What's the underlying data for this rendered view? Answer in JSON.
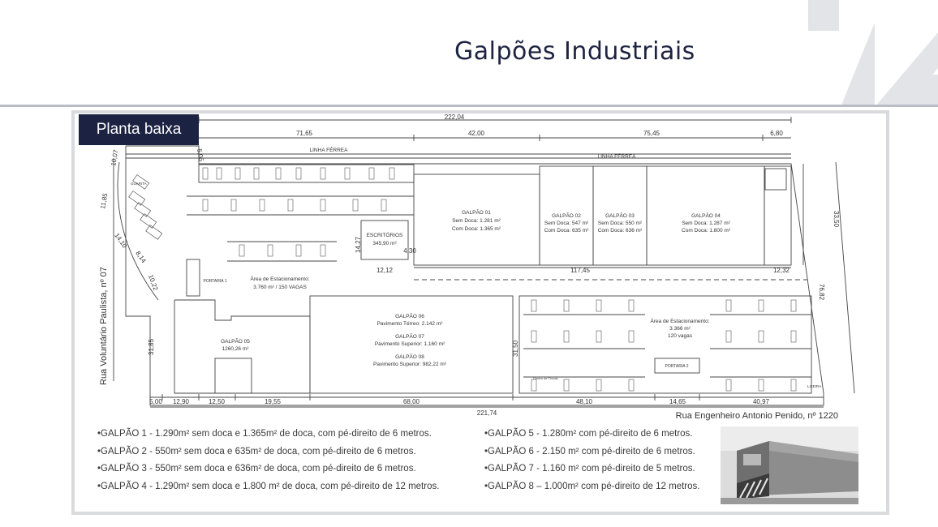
{
  "header": {
    "title": "Galpões Industriais"
  },
  "plan": {
    "label": "Planta baixa",
    "dims": {
      "total_top": "222,04",
      "d1": "71,65",
      "d2": "42,00",
      "d3": "75,45",
      "d4": "6,80",
      "total_bottom": "221,74",
      "b1": "5,00",
      "b2": "12,90",
      "b3": "12,50",
      "b4": "19,55",
      "b5": "68,00",
      "b6": "48,10",
      "b7": "14,65",
      "b8": "40,97",
      "mid": "117,45",
      "esc_w": "12,12",
      "esc_h": "14,27",
      "esc_d": "4,30",
      "right_w": "12,32",
      "right_top": "33,50",
      "right_side": "76,82",
      "center_v": "31,50",
      "left_v": "31,85",
      "left_a": "10,07",
      "left_b": "11,85",
      "left_c": "14,10",
      "left_d": "8,14",
      "left_e": "10,22",
      "small_a": "5,05"
    },
    "rail_left": "LINHA FÉRREA",
    "rail_right": "LINHA FÉRREA",
    "street_left": "Rua Voluntário Paulista, nº 07",
    "street_bottom": "Rua Engenheiro Antonio Penido, nº 1220",
    "small_left": "GUARITA",
    "small_right": "LIXEIRA",
    "small_center": "Centro de Trocas",
    "escritorios": {
      "name": "ESCRITÓRIOS",
      "area": "345,90 m²"
    },
    "galpao01": {
      "name": "GALPÃO 01",
      "l1": "Sem Doca: 1.281 m²",
      "l2": "Com Doca: 1.365 m²"
    },
    "galpao02": {
      "name": "GALPÃO 02",
      "l1": "Sem Doca: 547 m²",
      "l2": "Com Doca: 635 m²"
    },
    "galpao03": {
      "name": "GALPÃO 03",
      "l1": "Sem Doca: 550 m²",
      "l2": "Com Doca: 636 m²"
    },
    "galpao04": {
      "name": "GALPÃO 04",
      "l1": "Sem Doca: 1.287 m²",
      "l2": "Com Doca: 1.800 m²"
    },
    "galpao05": {
      "name": "GALPÃO 05",
      "area": "1260,26 m²"
    },
    "galpao678": {
      "g6": "GALPÃO 06",
      "g6a": "Pavimento Térreo: 2.142 m²",
      "g7": "GALPÃO 07",
      "g7a": "Pavimento Superior: 1.160 m²",
      "g8": "GALPÃO 08",
      "g8a": "Pavimento Superior: 982,22 m²"
    },
    "parking_left": {
      "l1": "Área de Estacionamento:",
      "l2": "3.760 m² / 150 VAGAS"
    },
    "parking_right": {
      "l1": "Área de Estacionamento:",
      "l2": "3.366 m²",
      "l3": "120 vagas"
    },
    "portaria1": "PORTARIA 1",
    "portaria2": "PORTARIA 2"
  },
  "notes_left": [
    "•GALPÃO 1 - 1.290m² sem doca e 1.365m² de doca, com pé-direito de 6 metros.",
    "•GALPÃO 2 - 550m² sem doca e 635m² de doca, com pé-direito de 6 metros.",
    "•GALPÃO 3 - 550m² sem doca e 636m² de doca, com pé-direito de 6 metros.",
    "•GALPÃO 4 - 1.290m² sem doca e 1.800 m² de doca, com pé-direito de 12 metros."
  ],
  "notes_right": [
    "•GALPÃO 5 - 1.280m² com pé-direito de 6 metros.",
    "•GALPÃO 6 - 2.150 m² com pé-direito de 6 metros.",
    "•GALPÃO 7 - 1.160 m² com pé-direito de 5 metros.",
    "•GALPÃO 8 – 1.000m² com pé-direito de 12 metros."
  ],
  "colors": {
    "navy": "#1b2242",
    "title": "#1d2340",
    "line": "#444444",
    "frame": "#d9dadd",
    "deco": "#e3e4e7"
  },
  "icons": {
    "photo": "locomotive-photo"
  }
}
